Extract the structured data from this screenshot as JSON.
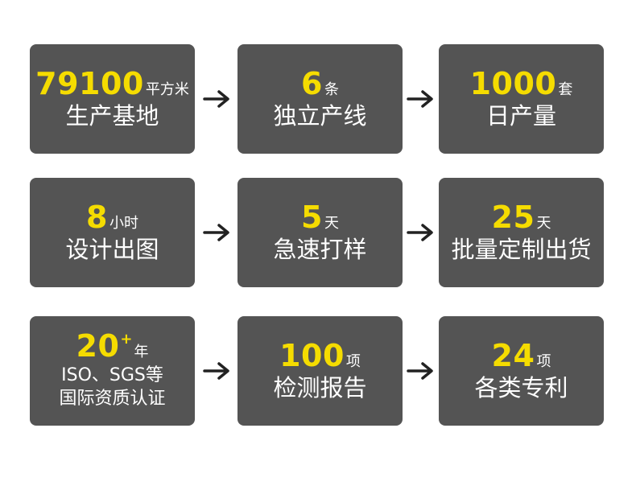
{
  "cards": [
    {
      "number": "79100",
      "unit": "平方米",
      "label": "生产基地"
    },
    {
      "number": "6",
      "unit": "条",
      "label": "独立产线"
    },
    {
      "number": "1000",
      "unit": "套",
      "label": "日产量"
    },
    {
      "number": "8",
      "unit": "小时",
      "label": "设计出图"
    },
    {
      "number": "5",
      "unit": "天",
      "label": "急速打样"
    },
    {
      "number": "25",
      "unit": "天",
      "label": "批量定制出货"
    },
    {
      "number": "20",
      "sup": "+",
      "unit": "年",
      "label_line1": "ISO、SGS等",
      "label_line2": "国际资质认证"
    },
    {
      "number": "100",
      "unit": "项",
      "label": "检测报告"
    },
    {
      "number": "24",
      "unit": "项",
      "label": "各类专利"
    }
  ],
  "colors": {
    "card_bg": "#545454",
    "accent": "#f5dc00",
    "text": "#ffffff",
    "arrow": "#222222"
  },
  "icons": {
    "arrow": "arrow-right-icon"
  }
}
